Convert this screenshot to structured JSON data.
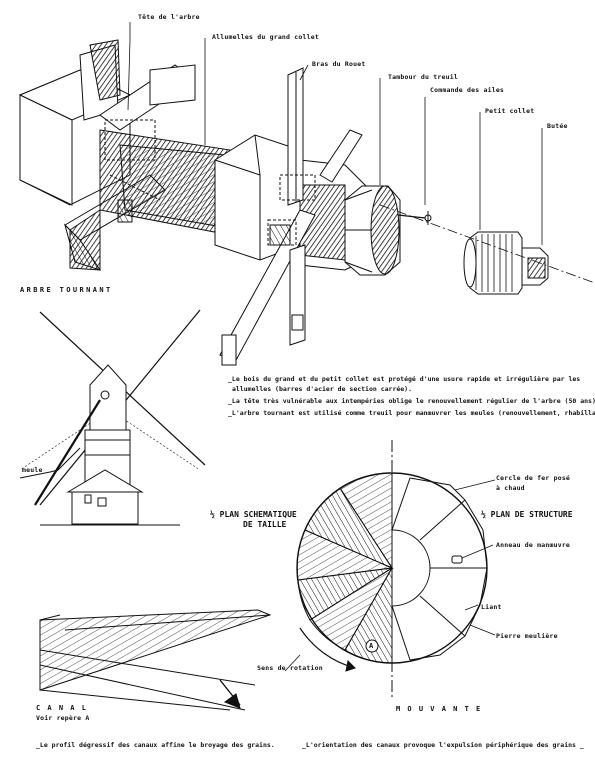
{
  "labels": {
    "tete_arbre": "Tête de l'arbre",
    "allumelles": "Allumelles du grand collet",
    "bras_rouet": "Bras du Rouet",
    "tambour": "Tambour du treuil",
    "commande": "Commande des ailes",
    "petit_collet": "Petit collet",
    "butee": "Butée",
    "arbre_tournant": "ARBRE TOURNANT",
    "meule": "meule"
  },
  "notes": [
    "_Le bois du grand et du petit collet est protégé d'une usure rapide et irrégulière par les",
    "allumelles (barres d'acier de section carrée).",
    "_La tête très vulnérable aux intempéries oblige le renouvellement régulier de l'arbre (50 ans)",
    "_L'arbre tournant est utilisé comme treuil pour manœuvrer les meules (renouvellement, rhabillage)"
  ],
  "millstone": {
    "cercle": "Cercle de fer posé",
    "a_chaud": "à chaud",
    "half_taille_1": "½ PLAN SCHEMATIQUE",
    "half_taille_2": "DE TAILLE",
    "half_structure": "½ PLAN DE STRUCTURE",
    "anneau": "Anneau de manœuvre",
    "liant": "Liant",
    "pierre": "Pierre meulière",
    "sens": "Sens de rotation",
    "marker": "A",
    "mouvante": "M O U V A N T E"
  },
  "canal": {
    "title": "C A N A L",
    "sub": "Voir repère A"
  },
  "captions": {
    "left": "_Le profil dégressif des canaux affine le broyage des grains.",
    "right": "_L'orientation des canaux provoque l'expulsion périphérique des grains _"
  }
}
